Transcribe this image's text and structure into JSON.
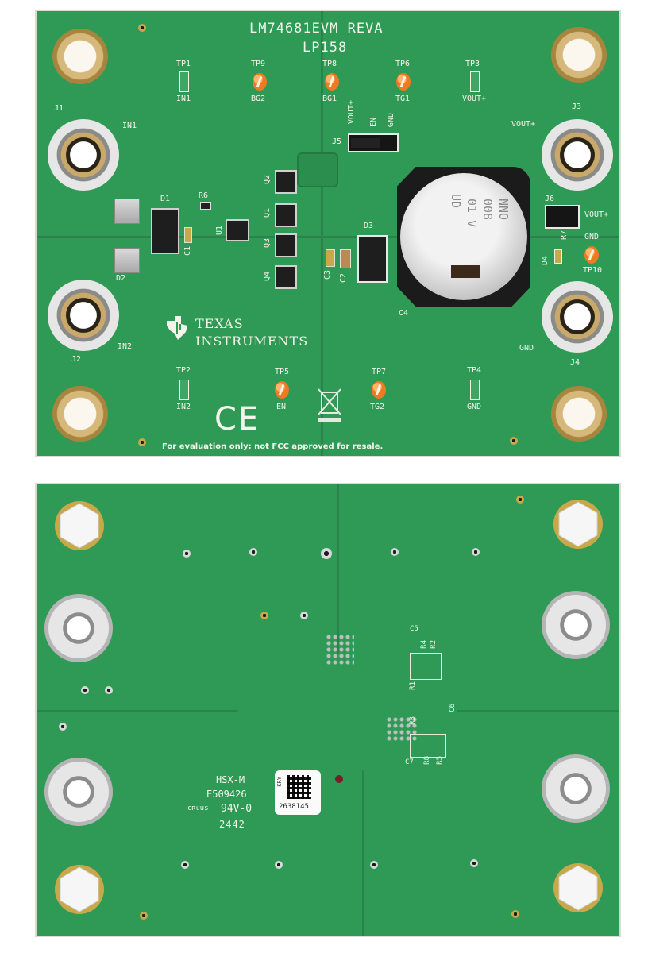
{
  "top_board": {
    "title": "LM74681EVM REVA",
    "subtitle": "LP158",
    "test_points": [
      {
        "tp": "TP1",
        "net": "IN1"
      },
      {
        "tp": "TP9",
        "net": "BG2"
      },
      {
        "tp": "TP8",
        "net": "BG1"
      },
      {
        "tp": "TP6",
        "net": "TG1"
      },
      {
        "tp": "TP3",
        "net": "VOUT+"
      },
      {
        "tp": "TP2",
        "net": "IN2"
      },
      {
        "tp": "TP5",
        "net": "EN"
      },
      {
        "tp": "TP7",
        "net": "TG2"
      },
      {
        "tp": "TP4",
        "net": "GND"
      },
      {
        "tp": "TP10",
        "net": "GND"
      }
    ],
    "connectors": {
      "j1": "J1",
      "j1_net": "IN1",
      "j2": "J2",
      "j2_net": "IN2",
      "j3": "J3",
      "j3_net": "VOUT+",
      "j4": "J4",
      "j4_net": "GND"
    },
    "jumpers": {
      "j5": "J5",
      "j5_pins": [
        "VOUT+",
        "EN",
        "GND"
      ],
      "j6": "J6",
      "j6_net": "VOUT+"
    },
    "refdes": {
      "d1": "D1",
      "d2": "D2",
      "d3": "D3",
      "d4": "D4",
      "r6": "R6",
      "r7": "R7",
      "u1": "U1",
      "q1": "Q1",
      "q2": "Q2",
      "q3": "Q3",
      "q4": "Q4",
      "c1": "C1",
      "c2": "C2",
      "c3": "C3",
      "c4": "C4"
    },
    "capacitor_marking": [
      "UD",
      "01 V",
      "008",
      "NNO"
    ],
    "logo_line1": "Texas",
    "logo_line2": "Instruments",
    "footer": "For evaluation only; not FCC approved for resale.",
    "ce_mark": "CE"
  },
  "bottom_board": {
    "refdes": {
      "c5": "C5",
      "r4": "R4",
      "r2": "R2",
      "r1": "R1",
      "c6": "C6",
      "r3": "R3",
      "c7": "C7",
      "r8": "R8",
      "r5": "R5"
    },
    "fab_marking": [
      "HSX-M",
      "E509426",
      "94V-0"
    ],
    "ul_mark": "cʀᴜus",
    "datecode": "2442",
    "qr_text": "KRY",
    "qr_serial": "2638145"
  },
  "colors": {
    "pcb_green": "#2f9a55",
    "silkscreen": "#f4f4ec",
    "test_point_orange": "#f07a22",
    "gold_pad": "#c9a84a"
  }
}
